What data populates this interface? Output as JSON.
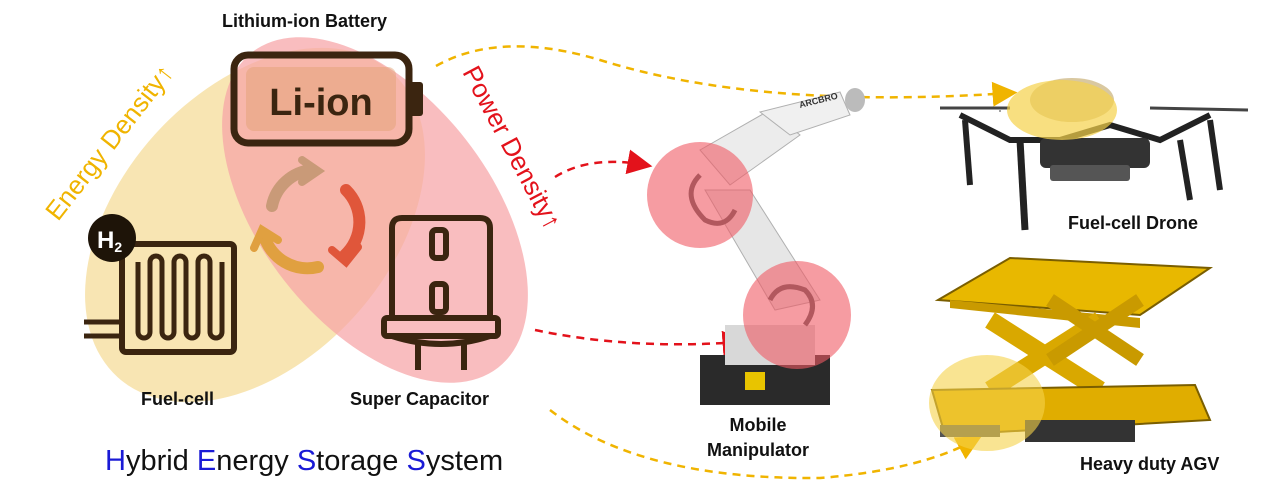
{
  "labels": {
    "battery": "Lithium-ion Battery",
    "battery_icon_text": "Li-ion",
    "hydrogen_icon_text": "H",
    "hydrogen_subscript": "2",
    "fuel_cell": "Fuel-cell",
    "super_capacitor": "Super Capacitor",
    "energy_density": "Energy Density↑",
    "power_density": "Power Density↑",
    "robot_brand": "ARCBRO",
    "mobile_manipulator_line1": "Mobile",
    "mobile_manipulator_line2": "Manipulator",
    "drone": "Fuel-cell Drone",
    "agv": "Heavy duty AGV"
  },
  "title": {
    "parts": [
      {
        "accent": "H",
        "rest": "ybrid "
      },
      {
        "accent": "E",
        "rest": "nergy "
      },
      {
        "accent": "S",
        "rest": "torage "
      },
      {
        "accent": "S",
        "rest": "ystem"
      }
    ]
  },
  "colors": {
    "energy_ellipse": "#f7e0a6",
    "power_ellipse": "#f6a3a6",
    "overlap": "#f2b682",
    "energy_text": "#f0b400",
    "power_text": "#e3121b",
    "yellow_arrow": "#f0b400",
    "red_arrow": "#e3121b",
    "highlight_red": "#f05a64",
    "highlight_yellow": "#f5d24a",
    "accent_blue": "#1a1ad6"
  }
}
